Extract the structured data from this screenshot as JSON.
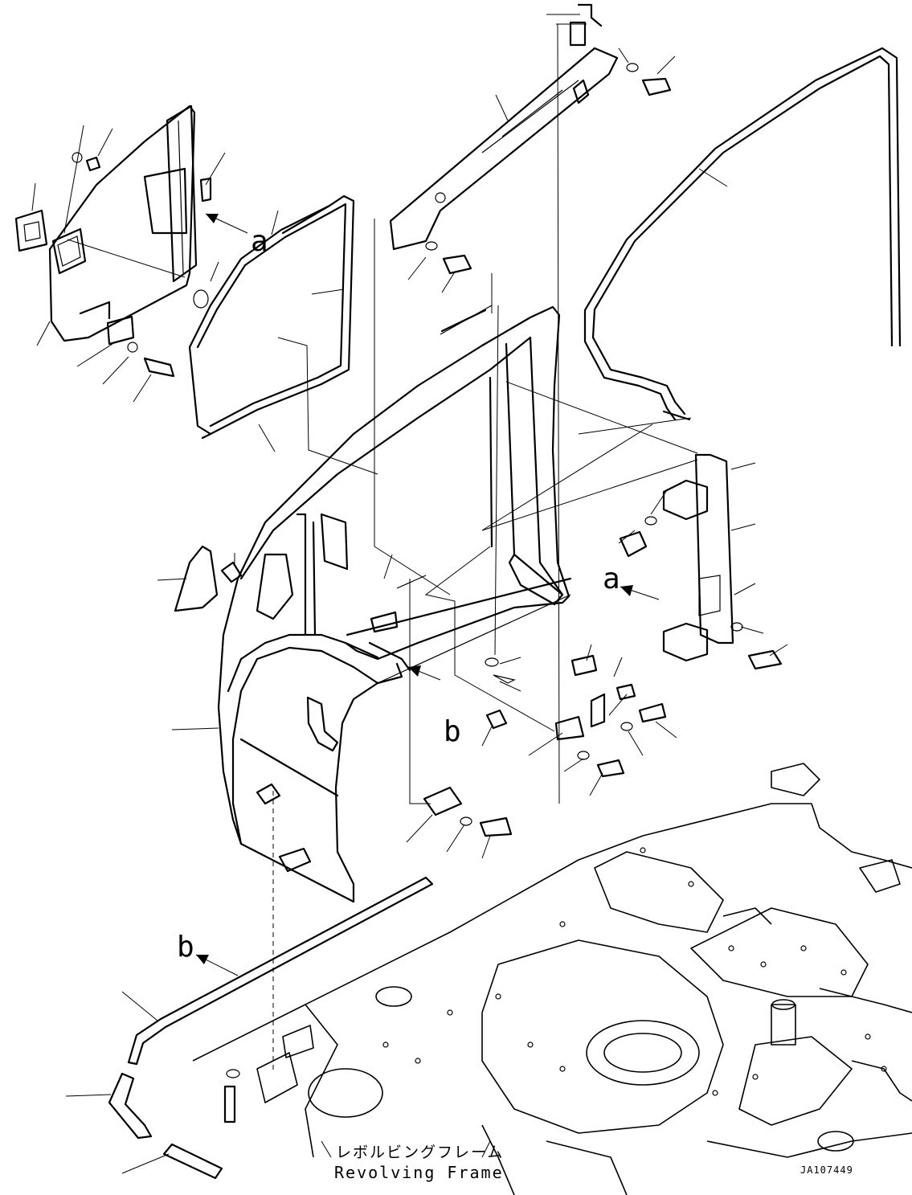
{
  "labels": {
    "view_a_top": "a",
    "view_a_right": "a",
    "view_b_mid": "b",
    "view_b_left": "b"
  },
  "caption": {
    "japanese": "レボルビングフレーム",
    "english": "Revolving Frame"
  },
  "drawing_code": "JA107449",
  "colors": {
    "line": "#000000",
    "background": "#ffffff"
  }
}
